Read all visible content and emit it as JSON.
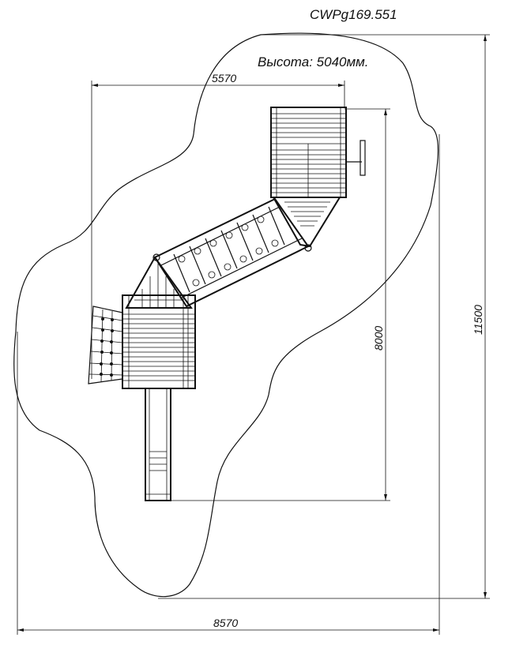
{
  "drawing": {
    "code": "CWPg169.551",
    "height_note": "Высота: 5040мм.",
    "dimensions": {
      "top_width": "5570",
      "inner_height": "8000",
      "total_height": "11500",
      "total_width": "8570"
    }
  }
}
